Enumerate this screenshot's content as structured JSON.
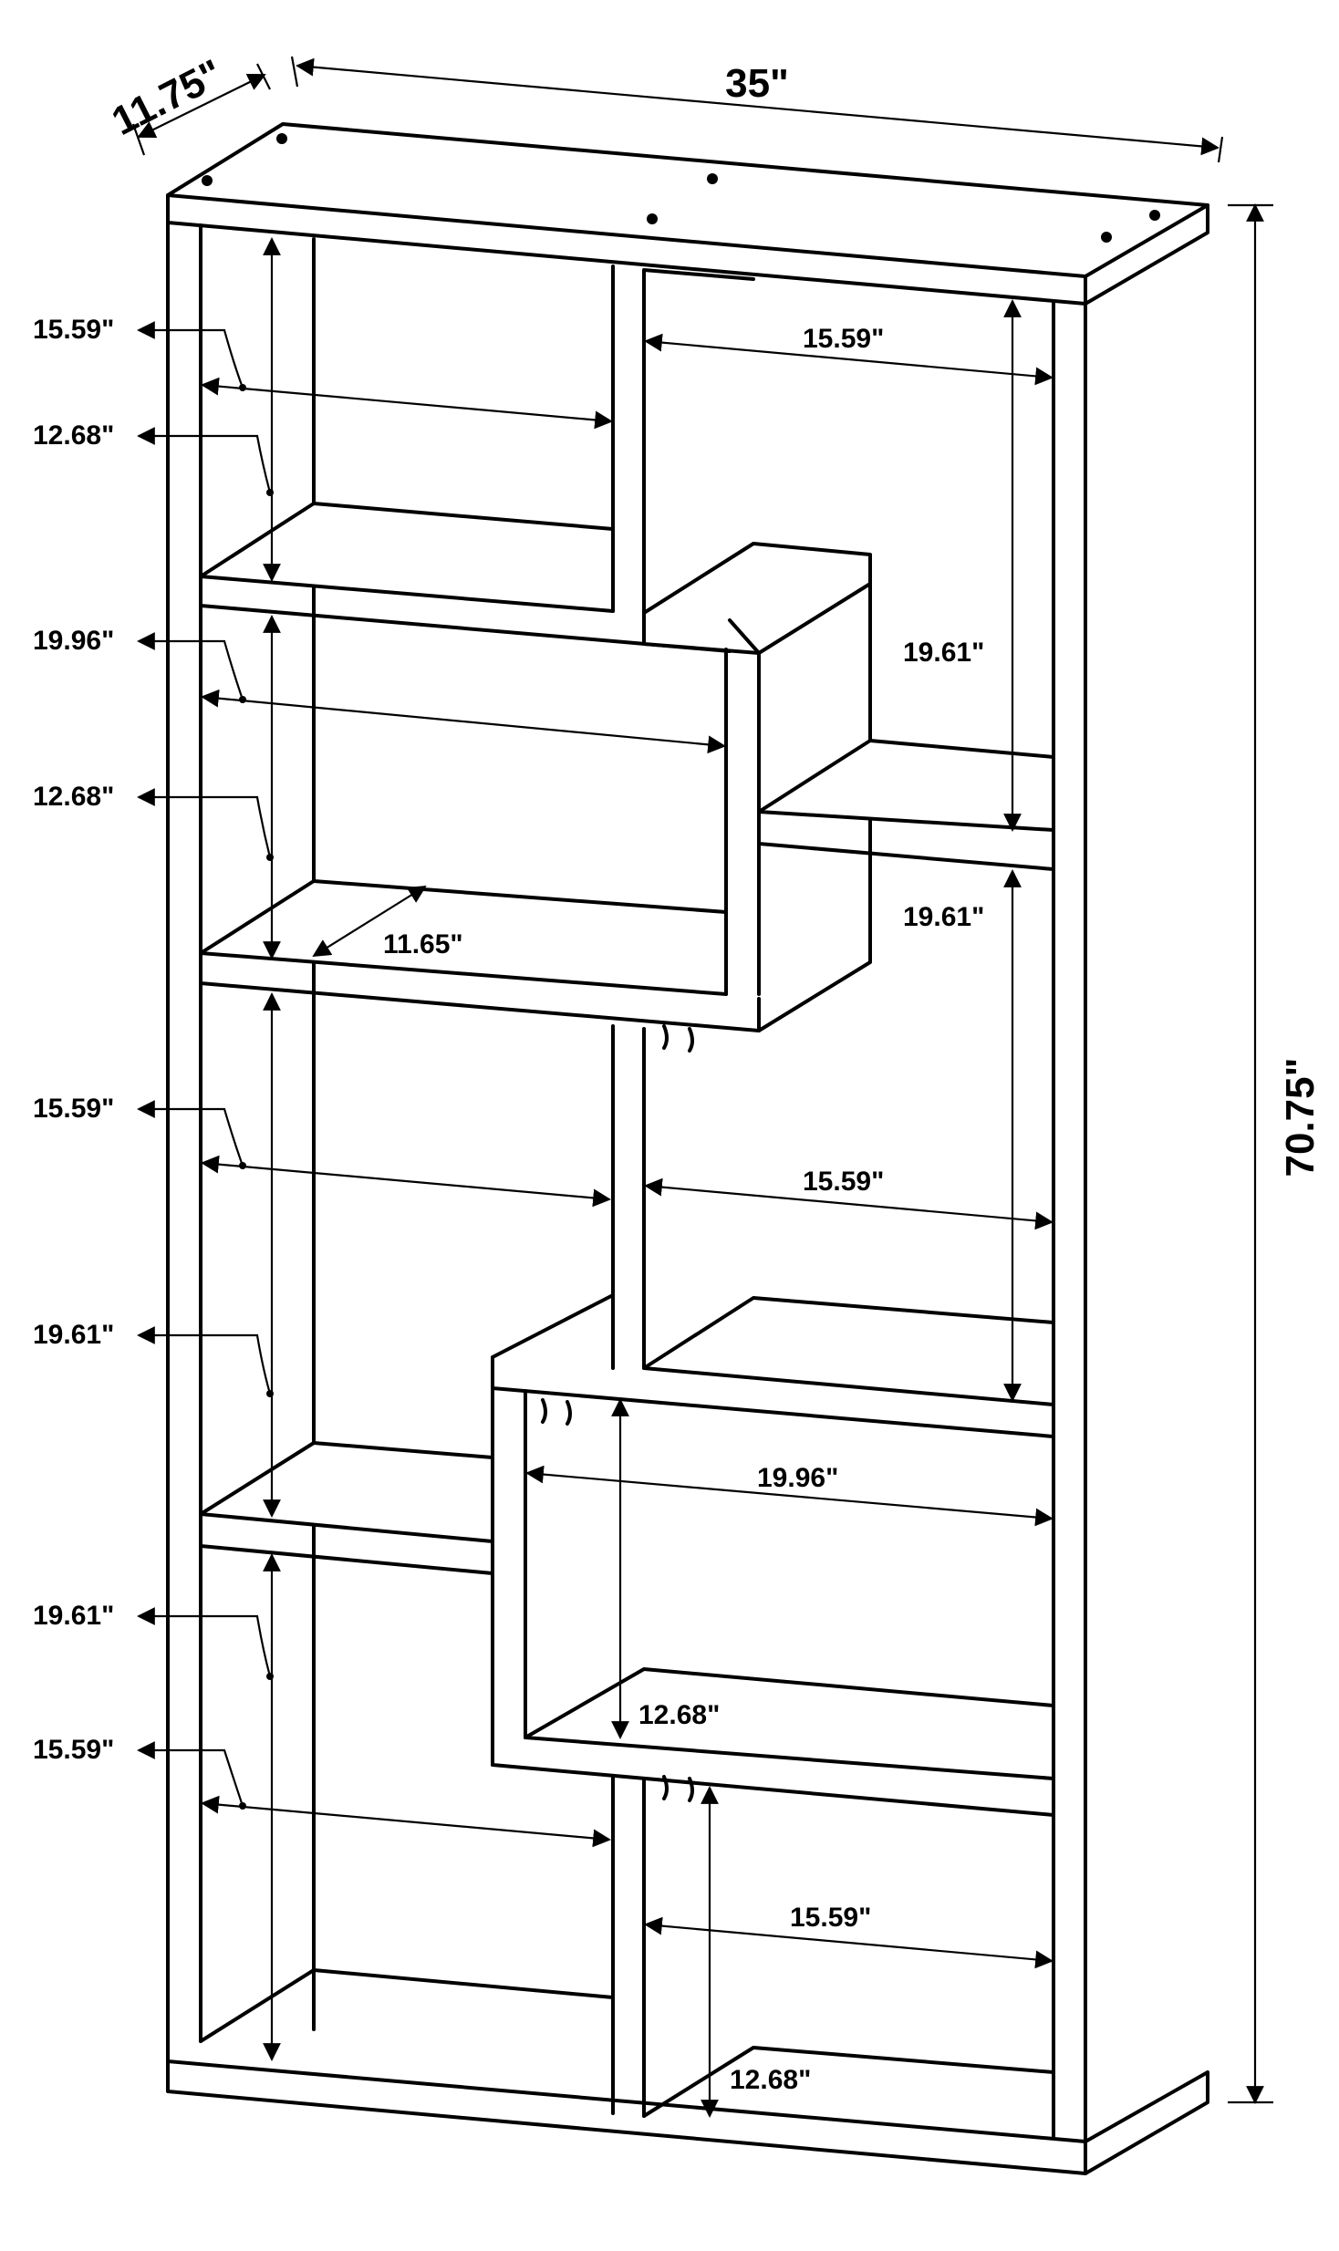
{
  "overall": {
    "width": "35\"",
    "depth": "11.75\"",
    "height": "70.75\""
  },
  "left_labels": [
    "15.59\"",
    "12.68\"",
    "19.96\"",
    "12.68\"",
    "15.59\"",
    "19.61\"",
    "19.61\"",
    "15.59\""
  ],
  "inner_labels": {
    "top_right_width": "15.59\"",
    "right_height_upper": "19.61\"",
    "right_height_lower": "19.61\"",
    "shelf_depth": "11.65\"",
    "mid_right_width": "15.59\"",
    "box_width": "19.96\"",
    "box_height": "12.68\"",
    "bottom_right_width": "15.59\"",
    "bottom_right_height": "12.68\""
  }
}
